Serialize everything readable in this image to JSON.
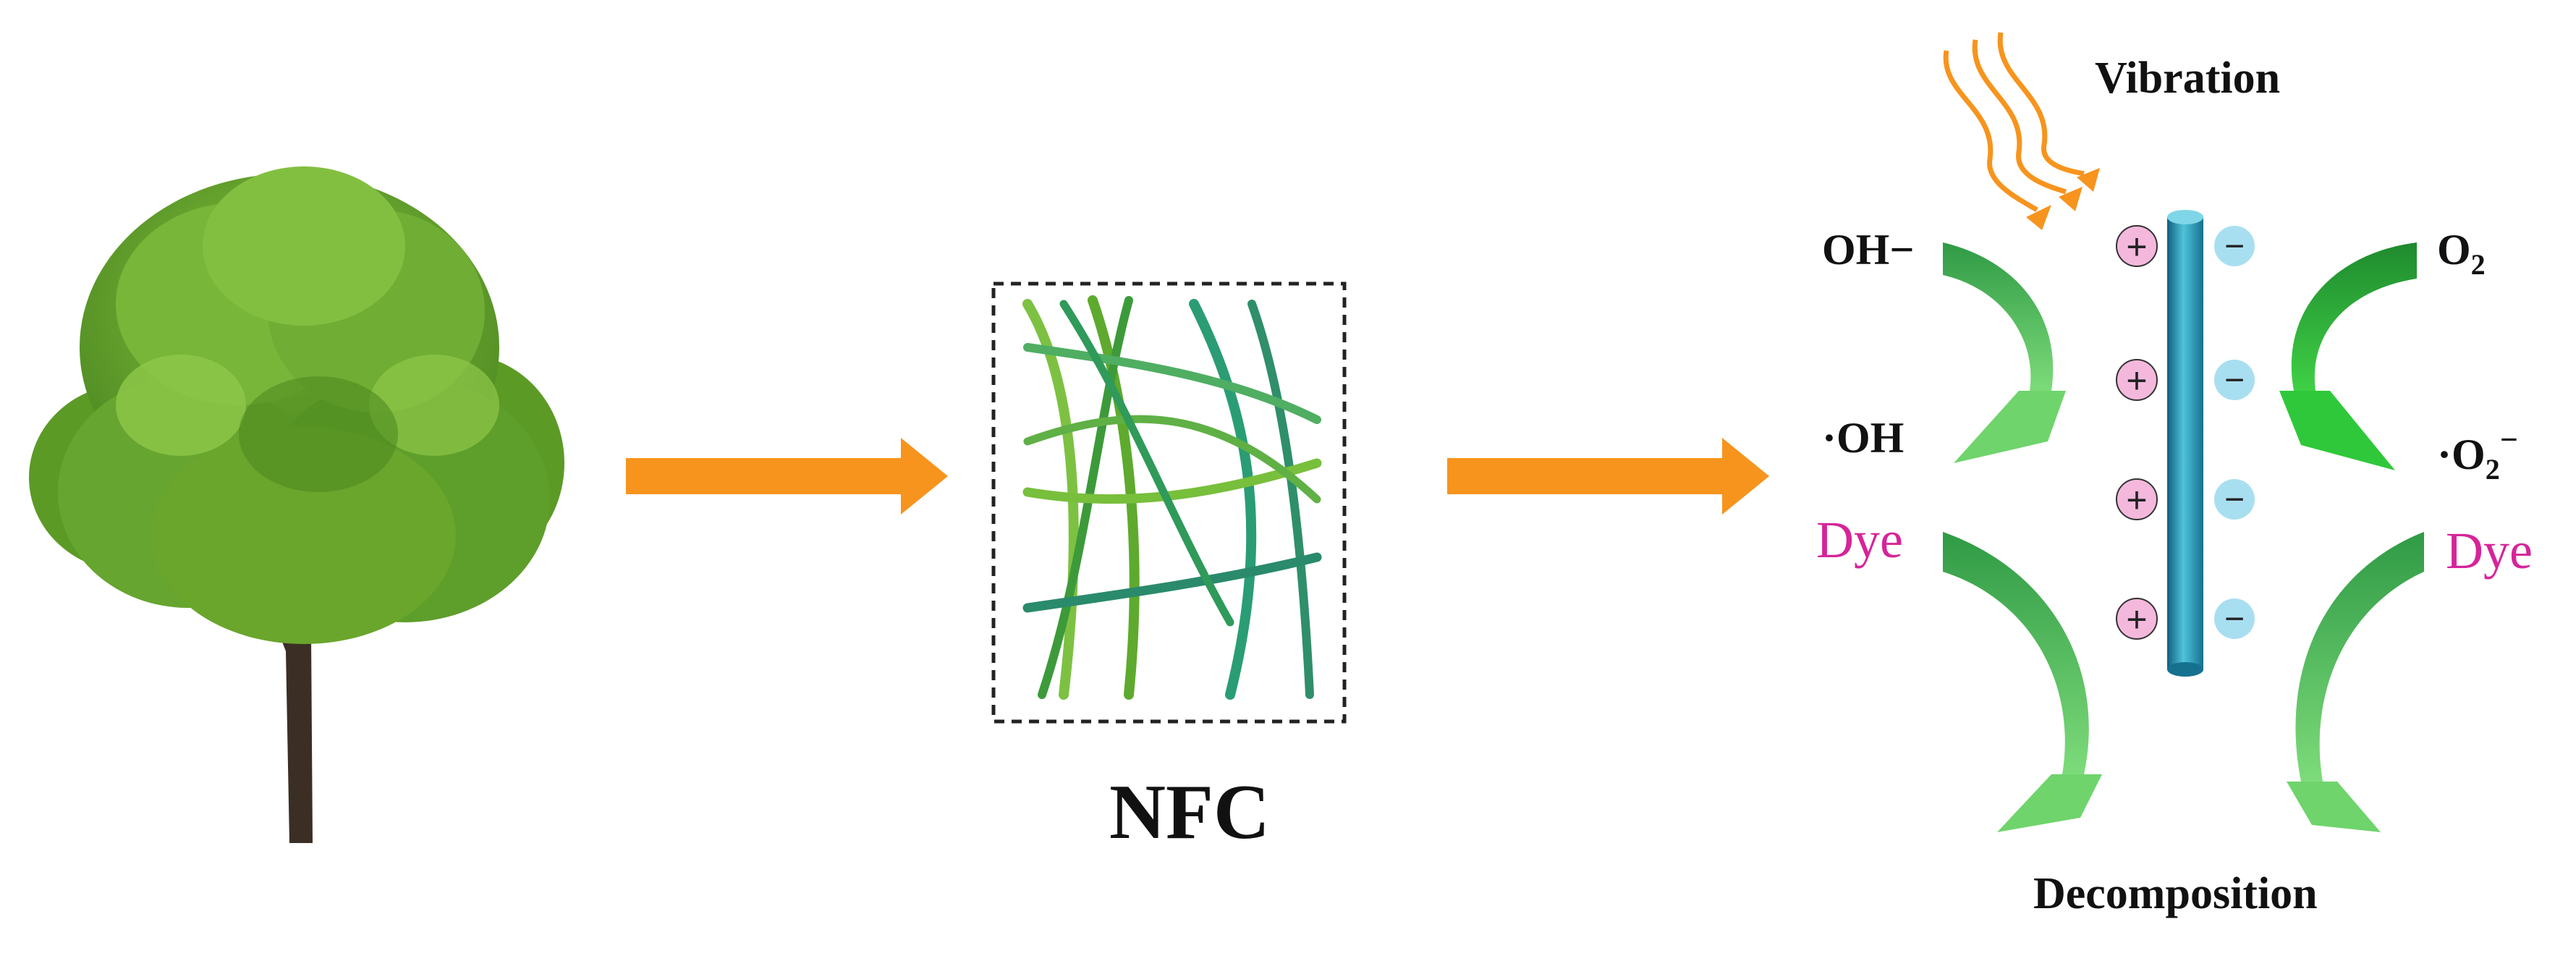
{
  "labels": {
    "nfc": "NFC",
    "vibration": "Vibration",
    "decomposition": "Decomposition",
    "hydroxide": "OH−",
    "hydroxyl_radical": "·OH",
    "oxygen": "O",
    "oxygen_sub": "2",
    "superoxide": "·O",
    "superoxide_sub": "2",
    "superoxide_sup": "−",
    "dye_left": "Dye",
    "dye_right": "Dye"
  },
  "charges": {
    "positive_symbol": "+",
    "negative_symbol": "−"
  },
  "icons": {
    "tree": "tree-icon",
    "fiber_network": "nanofiber-network-icon",
    "process_arrow": "orange-arrow-icon",
    "vibration_waves": "wave-icon",
    "piezo_rod": "cylinder-rod-icon"
  },
  "colors": {
    "process_arrow": "#f7941d",
    "vibration": "#f7941d",
    "tree_leaf": "#6aa52c",
    "tree_leaf_dark": "#3f7a1a",
    "trunk": "#3b2f25",
    "fiber_light": "#7dc142",
    "fiber_teal": "#2a9d74",
    "curved_arrow": "#3fae4a",
    "curved_arrow_light": "#7ddb7a",
    "positive_charge": "#f4b8dc",
    "negative_charge": "#a8dff0",
    "rod": "#1f7ea3",
    "dye_text": "#d6249a"
  }
}
